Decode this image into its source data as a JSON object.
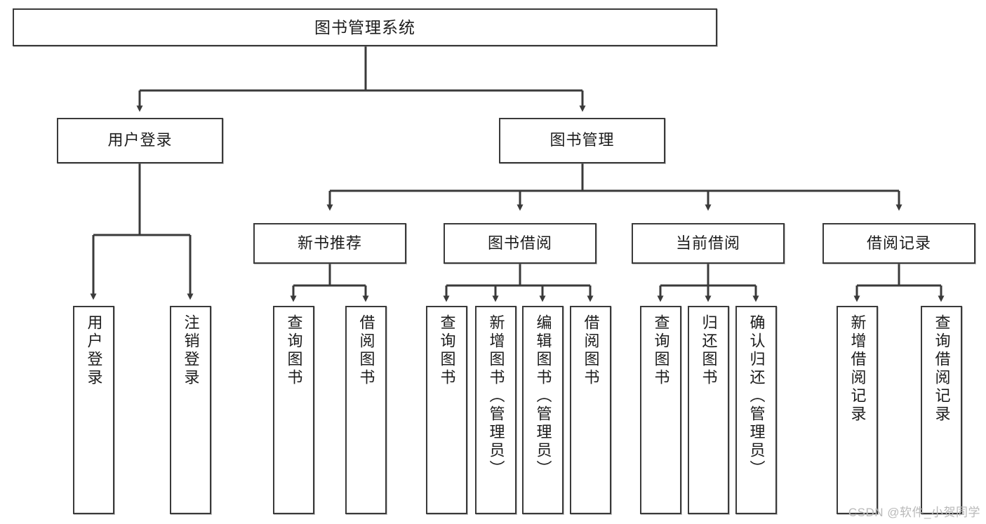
{
  "diagram": {
    "title": "图书管理系统",
    "type": "tree-hierarchy-diagram",
    "orientation": "top-down",
    "colors": {
      "box_border": "#3a3a3a",
      "box_fill": "#ffffff",
      "connector": "#3a3a3a",
      "text": "#1c1c1c",
      "watermark": "#b9b9b9"
    },
    "root": {
      "id": "root",
      "label": "图书管理系统"
    },
    "level2": [
      {
        "id": "user-login",
        "label": "用户登录"
      },
      {
        "id": "book-management",
        "label": "图书管理"
      }
    ],
    "level3": [
      {
        "id": "new-book-recommend",
        "label": "新书推荐",
        "parent": "book-management"
      },
      {
        "id": "book-borrow",
        "label": "图书借阅",
        "parent": "book-management"
      },
      {
        "id": "current-borrow",
        "label": "当前借阅",
        "parent": "book-management"
      },
      {
        "id": "borrow-record",
        "label": "借阅记录",
        "parent": "book-management"
      }
    ],
    "leaves": [
      {
        "id": "leaf-user-login",
        "label": "用户登录",
        "parent": "user-login"
      },
      {
        "id": "leaf-logout-login",
        "label": "注销登录",
        "parent": "user-login"
      },
      {
        "id": "leaf-query-book-1",
        "label": "查询图书",
        "parent": "new-book-recommend"
      },
      {
        "id": "leaf-borrow-book-1",
        "label": "借阅图书",
        "parent": "new-book-recommend"
      },
      {
        "id": "leaf-query-book-2",
        "label": "查询图书",
        "parent": "book-borrow"
      },
      {
        "id": "leaf-add-book",
        "label": "新增图书（管理员）",
        "parent": "book-borrow"
      },
      {
        "id": "leaf-edit-book",
        "label": "编辑图书（管理员）",
        "parent": "book-borrow"
      },
      {
        "id": "leaf-borrow-book-2",
        "label": "借阅图书",
        "parent": "book-borrow"
      },
      {
        "id": "leaf-query-book-3",
        "label": "查询图书",
        "parent": "current-borrow"
      },
      {
        "id": "leaf-return-book",
        "label": "归还图书",
        "parent": "current-borrow"
      },
      {
        "id": "leaf-confirm-return",
        "label": "确认归还（管理员）",
        "parent": "current-borrow"
      },
      {
        "id": "leaf-add-borrow-record",
        "label": "新增借阅记录",
        "parent": "borrow-record"
      },
      {
        "id": "leaf-query-borrow-record",
        "label": "查询借阅记录",
        "parent": "borrow-record"
      }
    ],
    "watermark": "CSDN @软件_小贺同学"
  }
}
